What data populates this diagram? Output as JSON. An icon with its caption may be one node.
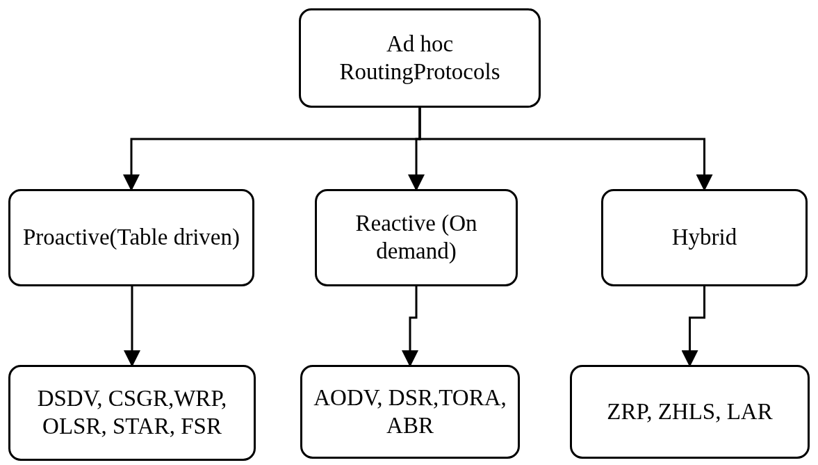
{
  "diagram": {
    "nodes": [
      {
        "text": [
          "Ad hoc RoutingProtocols"
        ]
      },
      {
        "text": [
          "Proactive(Table driven)"
        ]
      },
      {
        "text": [
          "Reactive (On demand)"
        ]
      },
      {
        "text": [
          "Hybrid"
        ]
      },
      {
        "text": [
          "DSDV, CSGR,WRP, OLSR, STAR, FSR"
        ]
      },
      {
        "text": [
          "AODV, DSR,TORA, ABR"
        ]
      },
      {
        "text": [
          "ZRP, ZHLS, LAR"
        ]
      }
    ],
    "edges": [
      {
        "from": 0,
        "to": 1,
        "arrow": "to"
      },
      {
        "from": 0,
        "to": 2,
        "arrow": "to"
      },
      {
        "from": 0,
        "to": 3,
        "arrow": "to"
      },
      {
        "from": 1,
        "to": 4,
        "arrow": "to"
      },
      {
        "from": 2,
        "to": 5,
        "arrow": "to"
      },
      {
        "from": 3,
        "to": 6,
        "arrow": "to"
      }
    ]
  }
}
